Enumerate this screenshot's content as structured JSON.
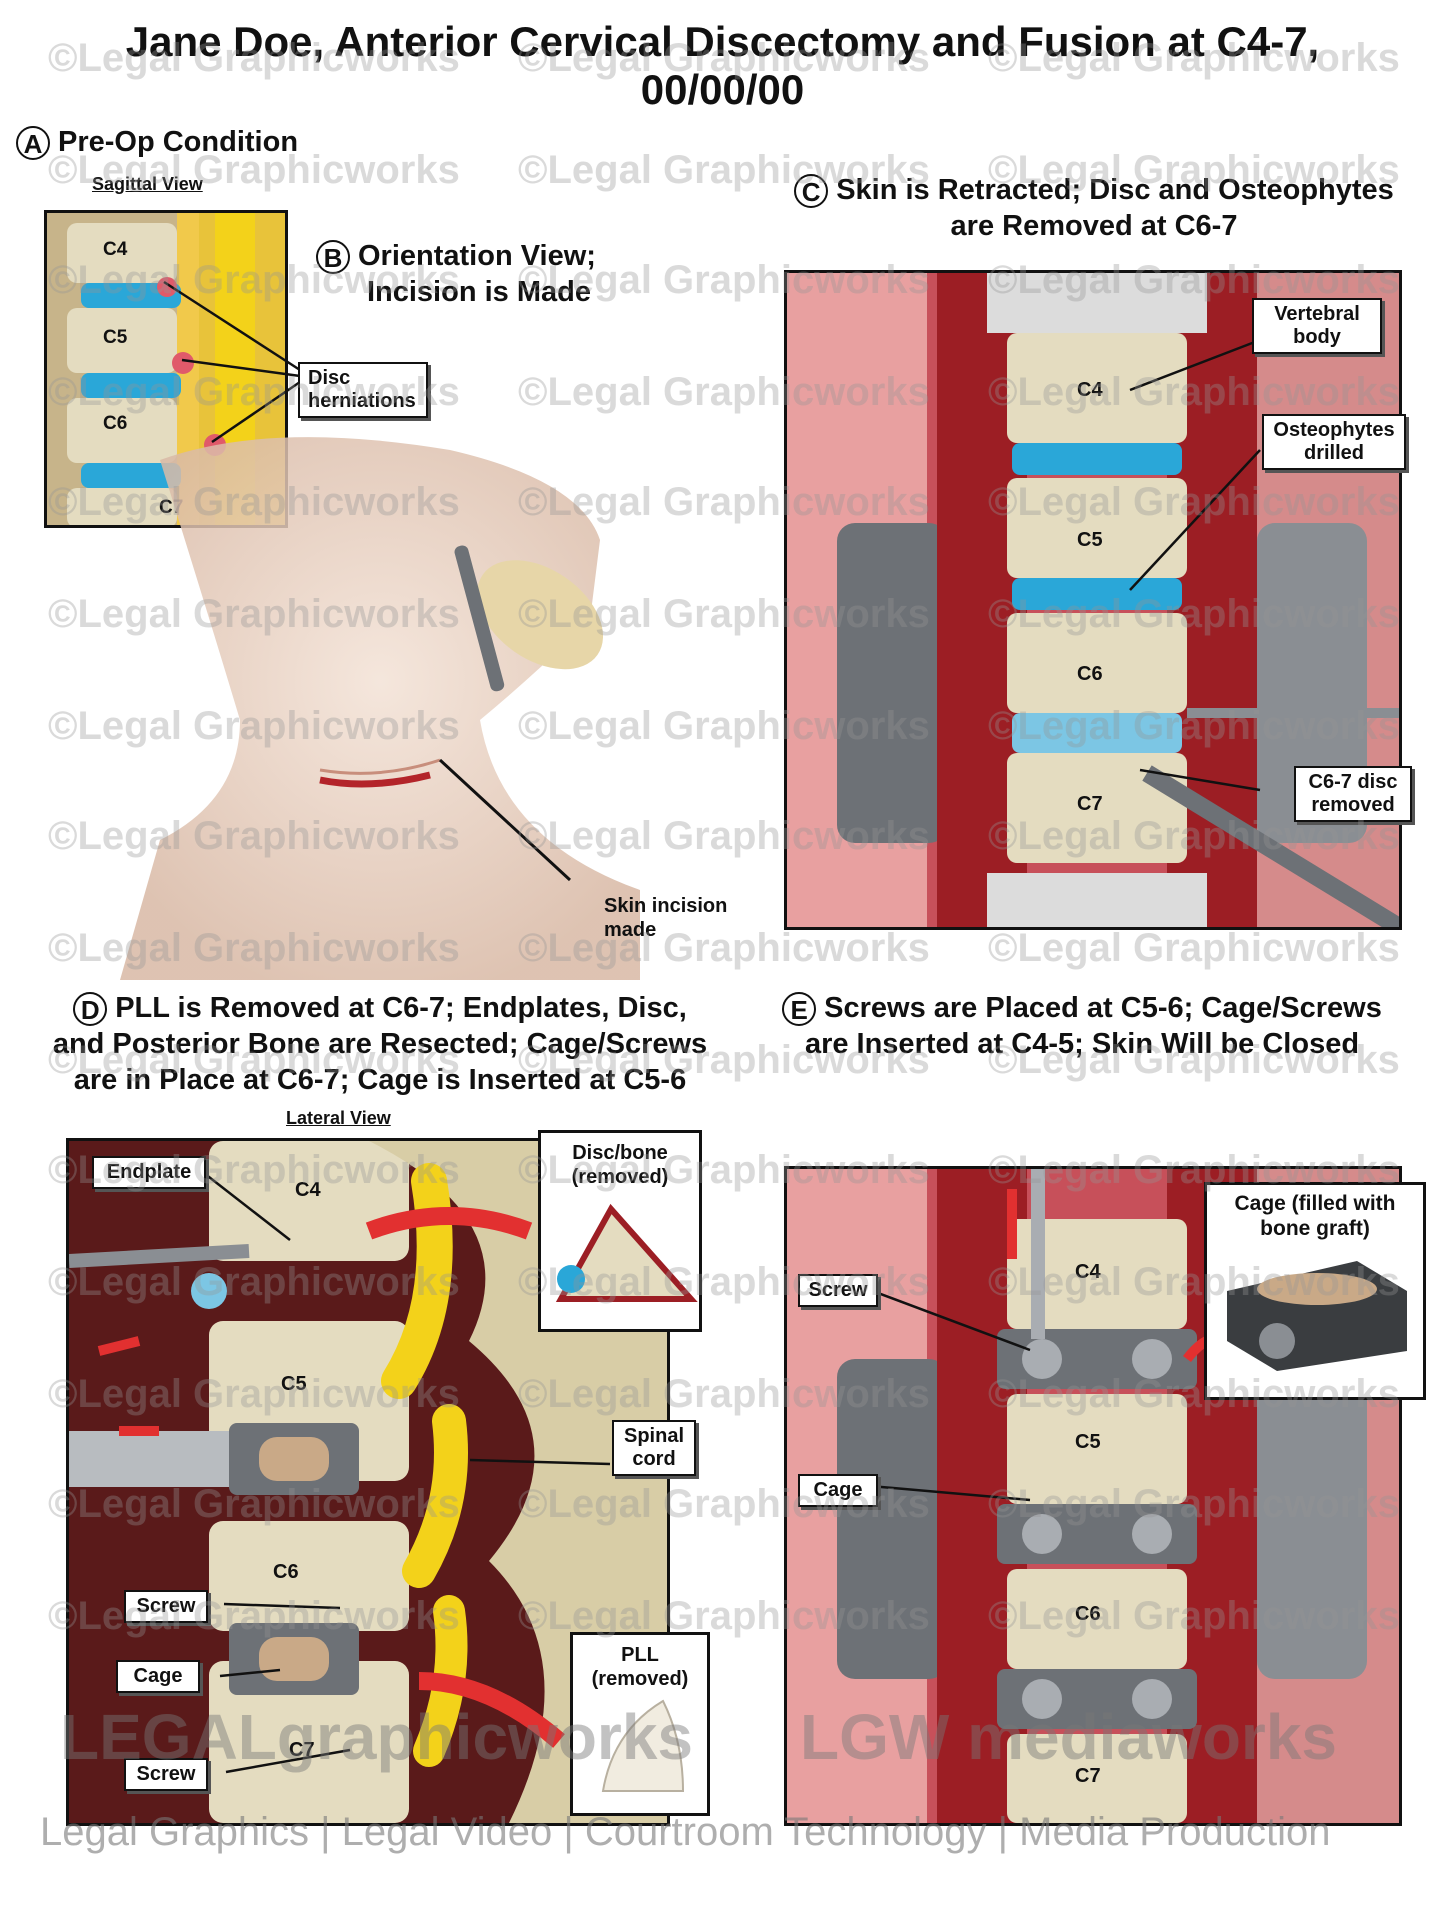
{
  "title": {
    "line1": "Jane Doe, Anterior Cervical Discectomy and Fusion at C4-7,",
    "line2": "00/00/00"
  },
  "sections": {
    "a": {
      "letter": "A",
      "title": "Pre-Op Condition",
      "view": "Sagittal View",
      "vertebrae": [
        "C4",
        "C5",
        "C6",
        "C7"
      ],
      "label": "Disc herniations"
    },
    "b": {
      "letter": "B",
      "title_line1": "Orientation View;",
      "title_line2": "Incision is Made",
      "label_line1": "Skin incision",
      "label_line2": "made"
    },
    "c": {
      "letter": "C",
      "title_line1": "Skin is Retracted; Disc and Osteophytes",
      "title_line2": "are Removed at C6-7",
      "vertebrae": [
        "C4",
        "C5",
        "C6",
        "C7"
      ],
      "labels": {
        "vertebral_body": "Vertebral body",
        "osteophytes": "Osteophytes drilled",
        "disc_removed": "C6-7 disc removed"
      }
    },
    "d": {
      "letter": "D",
      "title_line1": "PLL is Removed at C6-7; Endplates, Disc,",
      "title_line2": "and Posterior Bone are Resected; Cage/Screws",
      "title_line3": "are in Place at C6-7; Cage is Inserted at C5-6",
      "view": "Lateral View",
      "vertebrae": [
        "C4",
        "C5",
        "C6",
        "C7"
      ],
      "labels": {
        "endplate": "Endplate",
        "disc_bone": "Disc/bone (removed)",
        "spinal_cord": "Spinal cord",
        "screw1": "Screw",
        "cage": "Cage",
        "screw2": "Screw",
        "pll": "PLL (removed)"
      }
    },
    "e": {
      "letter": "E",
      "title_line1": "Screws are Placed at C5-6; Cage/Screws",
      "title_line2": "are Inserted at C4-5; Skin Will be Closed",
      "vertebrae": [
        "C4",
        "C5",
        "C6",
        "C7"
      ],
      "labels": {
        "cage_graft": "Cage (filled with bone graft)",
        "screw": "Screw",
        "cage": "Cage"
      }
    }
  },
  "watermark": "©Legal Graphicworks",
  "logos": {
    "left": "LEGALgraphicworks",
    "right": "LGW mediaworks"
  },
  "footer": "Legal Graphics | Legal Video | Courtroom Technology | Media Production",
  "colors": {
    "disc": "#2aa7d8",
    "bone": "#e4dcc0",
    "tissue": "#b3242a",
    "cord": "#f3d21a",
    "metal": "#8a8e93"
  }
}
